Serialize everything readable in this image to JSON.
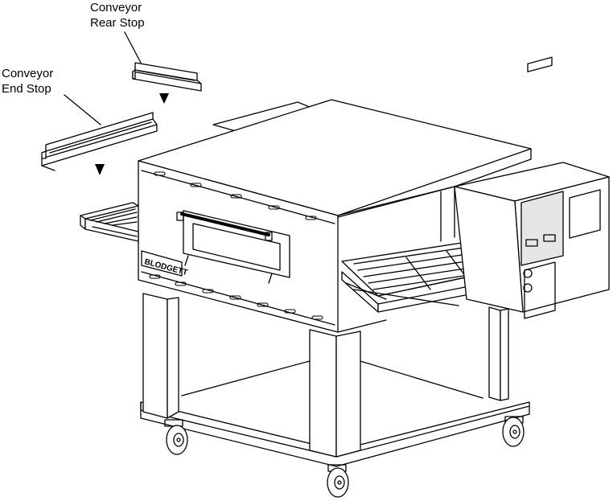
{
  "diagram": {
    "callouts": {
      "rear_stop": {
        "line1": "Conveyor",
        "line2": "Rear Stop"
      },
      "end_stop": {
        "line1": "Conveyor",
        "line2": "End Stop"
      }
    },
    "brand_plate": "BLODGETT"
  },
  "colors": {
    "line": "#000000",
    "background": "#ffffff",
    "panel_fill": "#e6e6e6"
  }
}
